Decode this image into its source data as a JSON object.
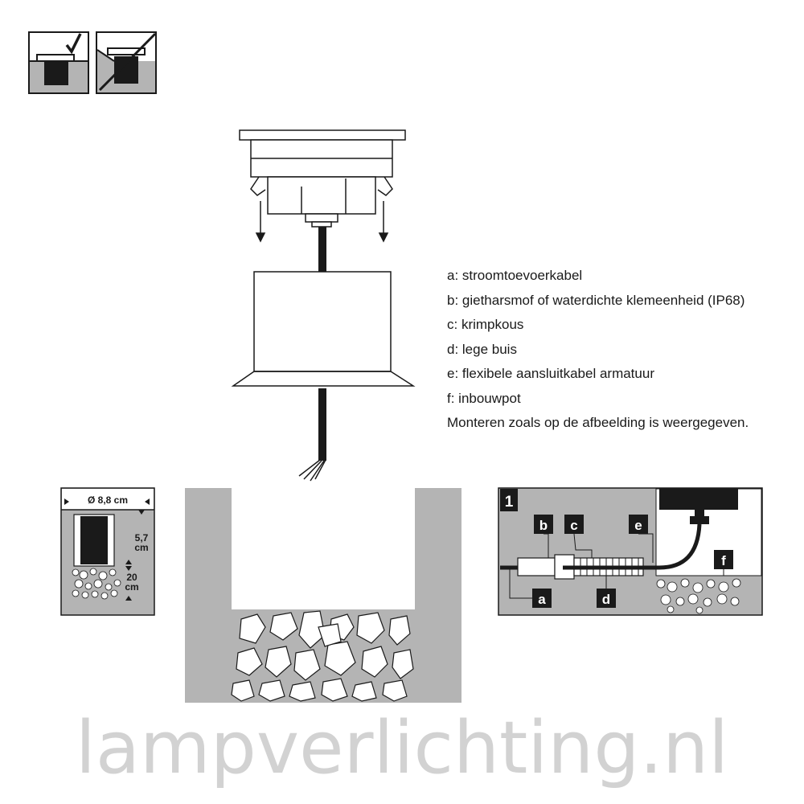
{
  "legend": {
    "items": [
      "a: stroomtoevoerkabel",
      "b: gietharsmof of waterdichte klemeenheid (IP68)",
      "c: krimpkous",
      "d: lege buis",
      "e: flexibele aansluitkabel armatuur",
      "f: inbouwpot"
    ],
    "note": "Monteren zoals op de afbeelding is weergegeven."
  },
  "dimensions": {
    "diameter": "Ø 8,8 cm",
    "height_value": "5,7",
    "height_unit": "cm",
    "depth_value": "20",
    "depth_unit": "cm"
  },
  "detail": {
    "step": "1",
    "labels": {
      "a": "a",
      "b": "b",
      "c": "c",
      "d": "d",
      "e": "e",
      "f": "f"
    }
  },
  "watermark": "lampverlichting.nl",
  "colors": {
    "ground_gray": "#b4b4b4",
    "dark": "#1a1a1a",
    "watermark": "#d2d2d2"
  },
  "icons": [
    "correct-installation-icon",
    "incorrect-installation-icon"
  ]
}
